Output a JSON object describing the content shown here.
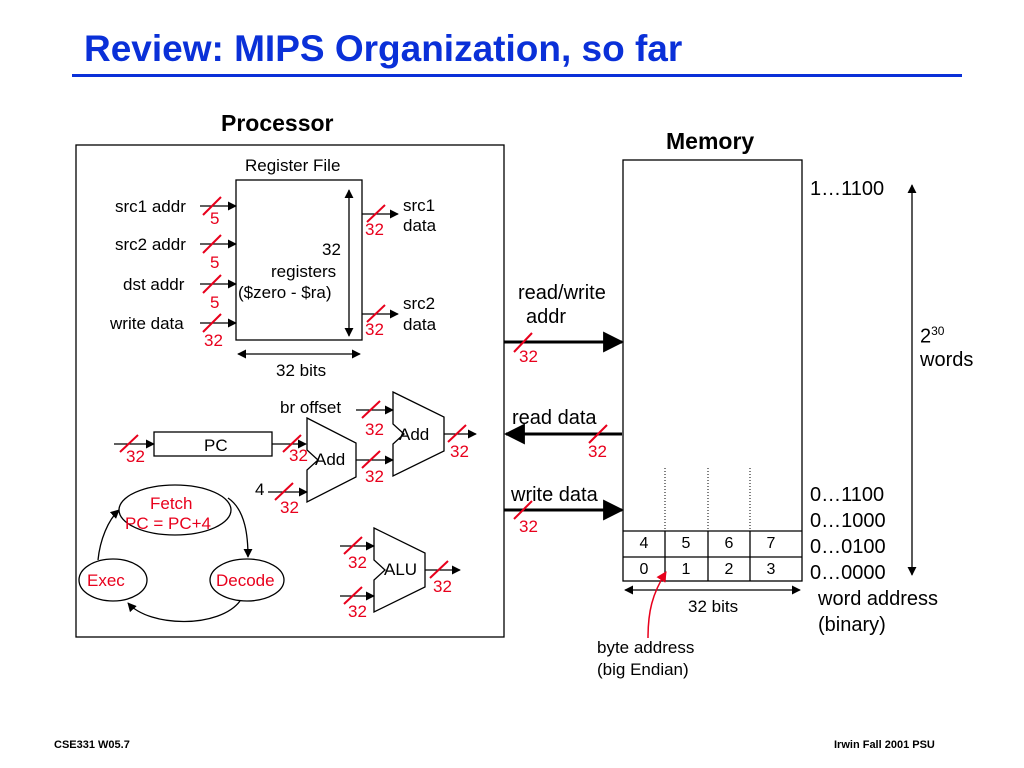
{
  "title": "Review:  MIPS Organization, so far",
  "processor": {
    "heading": "Processor",
    "register_file": {
      "title": "Register File",
      "body_line1": "32",
      "body_line2": "registers",
      "body_line3": "($zero - $ra)",
      "width_label": "32 bits",
      "inputs": [
        {
          "label": "src1 addr",
          "width": "5"
        },
        {
          "label": "src2 addr",
          "width": "5"
        },
        {
          "label": "dst addr",
          "width": "5"
        },
        {
          "label": "write data",
          "width": "32"
        }
      ],
      "outputs": [
        {
          "label_line1": "src1",
          "label_line2": "data",
          "width": "32"
        },
        {
          "label_line1": "src2",
          "label_line2": "data",
          "width": "32"
        }
      ]
    },
    "pc": {
      "label": "PC",
      "in_width": "32",
      "out_width": "32"
    },
    "adder_pc": {
      "label": "Add",
      "const_input": "4",
      "const_width": "32",
      "out_width": "32"
    },
    "adder_br": {
      "label": "Add",
      "br_offset_label": "br offset",
      "offset_width": "32",
      "out_width": "32"
    },
    "alu": {
      "label": "ALU",
      "in1_width": "32",
      "in2_width": "32",
      "out_width": "32"
    },
    "cycle": {
      "fetch_line1": "Fetch",
      "fetch_line2": "PC = PC+4",
      "decode": "Decode",
      "exec": "Exec"
    }
  },
  "memory": {
    "heading": "Memory",
    "rw_addr_line1": "read/write",
    "rw_addr_line2": "addr",
    "rw_addr_width": "32",
    "read_data_label": "read data",
    "read_data_width": "32",
    "write_data_label": "write data",
    "write_data_width": "32",
    "row_upper": [
      "4",
      "5",
      "6",
      "7"
    ],
    "row_lower": [
      "0",
      "1",
      "2",
      "3"
    ],
    "width_label": "32 bits",
    "top_address": "1…1100",
    "addresses": [
      "0…1100",
      "0…1000",
      "0…0100",
      "0…0000"
    ],
    "size_base": "2",
    "size_exp": "30",
    "size_unit": "words",
    "word_address_line1": "word address",
    "word_address_line2": "(binary)",
    "byte_address_line1": "byte address",
    "byte_address_line2": "(big Endian)"
  },
  "colors": {
    "title": "#0a30d8",
    "annotation": "#e8001c"
  },
  "footer": {
    "left": "CSE331  W05.7",
    "right": "Irwin Fall 2001 PSU"
  }
}
